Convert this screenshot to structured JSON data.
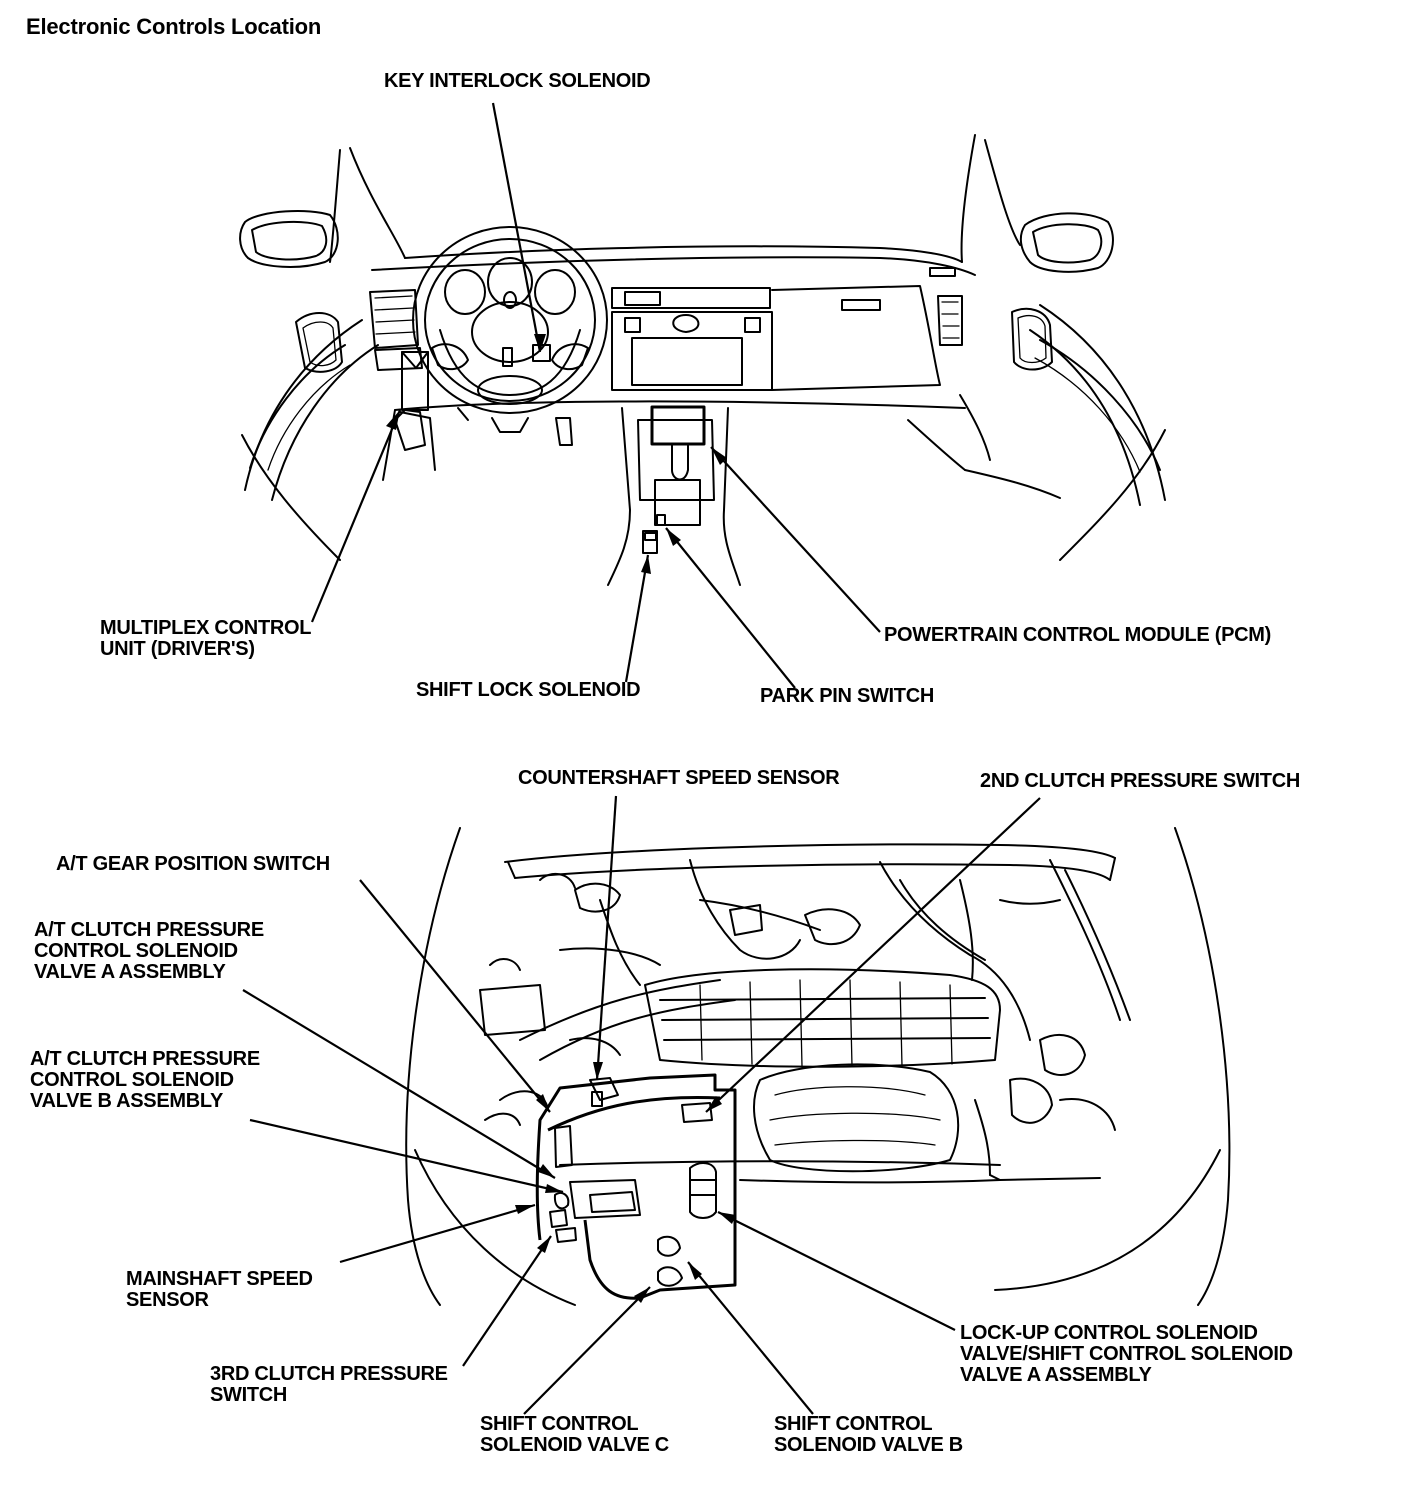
{
  "title": "Electronic Controls Location",
  "interior": {
    "key_interlock": "KEY INTERLOCK SOLENOID",
    "multiplex": "MULTIPLEX CONTROL\nUNIT (DRIVER'S)",
    "pcm": "POWERTRAIN CONTROL MODULE (PCM)",
    "shift_lock": "SHIFT LOCK SOLENOID",
    "park_pin": "PARK PIN SWITCH"
  },
  "engine": {
    "countershaft": "COUNTERSHAFT SPEED SENSOR",
    "second_clutch": "2ND CLUTCH PRESSURE SWITCH",
    "gear_position": "A/T GEAR POSITION SWITCH",
    "valve_a": "A/T CLUTCH PRESSURE\nCONTROL SOLENOID\nVALVE A ASSEMBLY",
    "valve_b": "A/T CLUTCH PRESSURE\nCONTROL SOLENOID\nVALVE B ASSEMBLY",
    "mainshaft": "MAINSHAFT SPEED\nSENSOR",
    "third_clutch": "3RD CLUTCH PRESSURE\nSWITCH",
    "shift_c": "SHIFT CONTROL\nSOLENOID VALVE C",
    "shift_b": "SHIFT CONTROL\nSOLENOID VALVE B",
    "lockup": "LOCK-UP CONTROL SOLENOID\nVALVE/SHIFT CONTROL SOLENOID\nVALVE A ASSEMBLY"
  }
}
